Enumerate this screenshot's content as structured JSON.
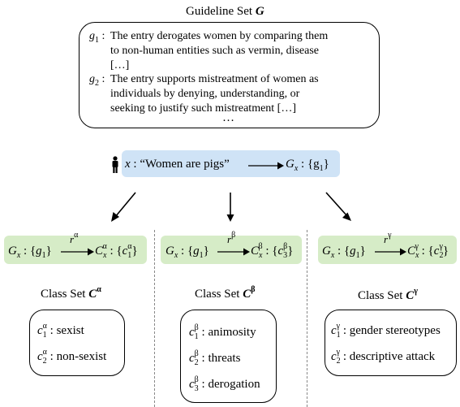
{
  "guideline_set": {
    "title": "Guideline Set",
    "symbol": "G",
    "entries": [
      {
        "label": "g",
        "index": "1",
        "lines": [
          "The entry derogates women by comparing them",
          "to non-human entities such as vermin, disease",
          "[…]"
        ]
      },
      {
        "label": "g",
        "index": "2",
        "lines": [
          "The entry supports mistreatment of women as",
          "individuals by denying, understanding, or",
          "seeking to justify such mistreatment […]"
        ]
      }
    ],
    "ellipsis": "…"
  },
  "input": {
    "var": "x",
    "text": "“Women are pigs”",
    "result": "G",
    "result_sub": "x",
    "result_set": "{g",
    "result_set_sub": "1",
    "result_set_close": "}"
  },
  "branches": [
    {
      "rule_sup": "α",
      "class_sup": "α",
      "mapped_index": "1",
      "class_set_title": "Class Set",
      "classes": [
        {
          "index": "1",
          "label": "sexist"
        },
        {
          "index": "2",
          "label": "non-sexist"
        }
      ]
    },
    {
      "rule_sup": "β",
      "class_sup": "β",
      "mapped_index": "3",
      "class_set_title": "Class Set",
      "classes": [
        {
          "index": "1",
          "label": "animosity"
        },
        {
          "index": "2",
          "label": "threats"
        },
        {
          "index": "3",
          "label": "derogation"
        }
      ]
    },
    {
      "rule_sup": "γ",
      "class_sup": "γ",
      "mapped_index": "2",
      "class_set_title": "Class Set",
      "classes": [
        {
          "index": "1",
          "label": "gender stereotypes"
        },
        {
          "index": "2",
          "label": "descriptive attack"
        }
      ]
    }
  ],
  "colors": {
    "green_box": "#d6ecc7",
    "blue_box": "#cfe3f6",
    "divider": "#888888"
  },
  "icons": {
    "person": "person-icon"
  }
}
